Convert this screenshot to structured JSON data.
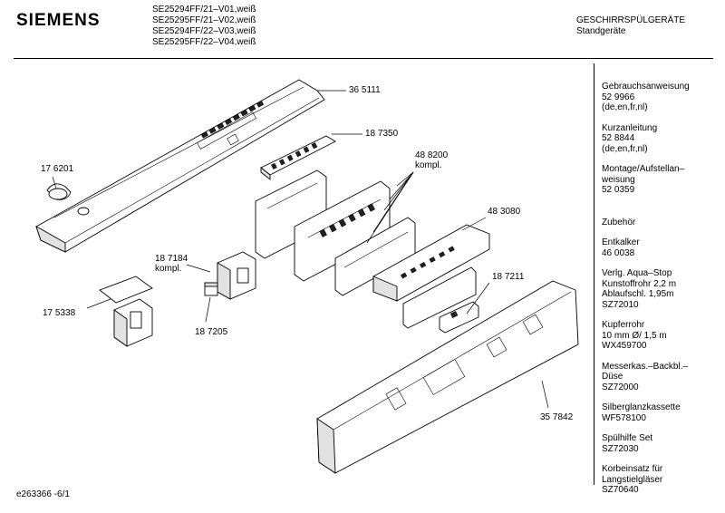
{
  "header": {
    "brand": "SIEMENS",
    "models": [
      "SE25294FF/21–V01,weiß",
      "SE25295FF/21–V02,weiß",
      "SE25294FF/22–V03,weiß",
      "SE25295FF/22–V04,weiß"
    ],
    "category_line1": "GESCHIRRSPÜLGERÄTE",
    "category_line2": "Standgeräte"
  },
  "sidebar": {
    "items": [
      "Gebrauchsanweisung\n52 9966\n(de,en,fr,nl)",
      "Kurzanleitung\n52 8844\n(de,en,fr,nl)",
      "Montage/Aufstellan–\nweisung\n52 0359",
      "Zubehör",
      "Entkalker\n46 0038",
      "Verlg. Aqua–Stop\nKunstoffrohr 2,2 m\nAblaufschl. 1,95m\nSZ72010",
      "Kupferrohr\n10 mm Ø/ 1,5 m\nWX459700",
      "Messerkas.–Backbl.–\nDüse\nSZ72000",
      "Silberglanzkassette\nWF578100",
      "Spülhilfe Set\nSZ72030",
      "Korbeinsatz für\nLangstielgläser\nSZ70640"
    ]
  },
  "parts": {
    "p365111": "36 5111",
    "p187350": "18 7350",
    "p488200": "48 8200\nkompl.",
    "p176201": "17 6201",
    "p483080": "48 3080",
    "p187184": "18 7184\nkompl.",
    "p187211": "18 7211",
    "p175338": "17 5338",
    "p187205": "18 7205",
    "p357842": "35 7842"
  },
  "footer": {
    "code": "e263366 -6/1"
  }
}
